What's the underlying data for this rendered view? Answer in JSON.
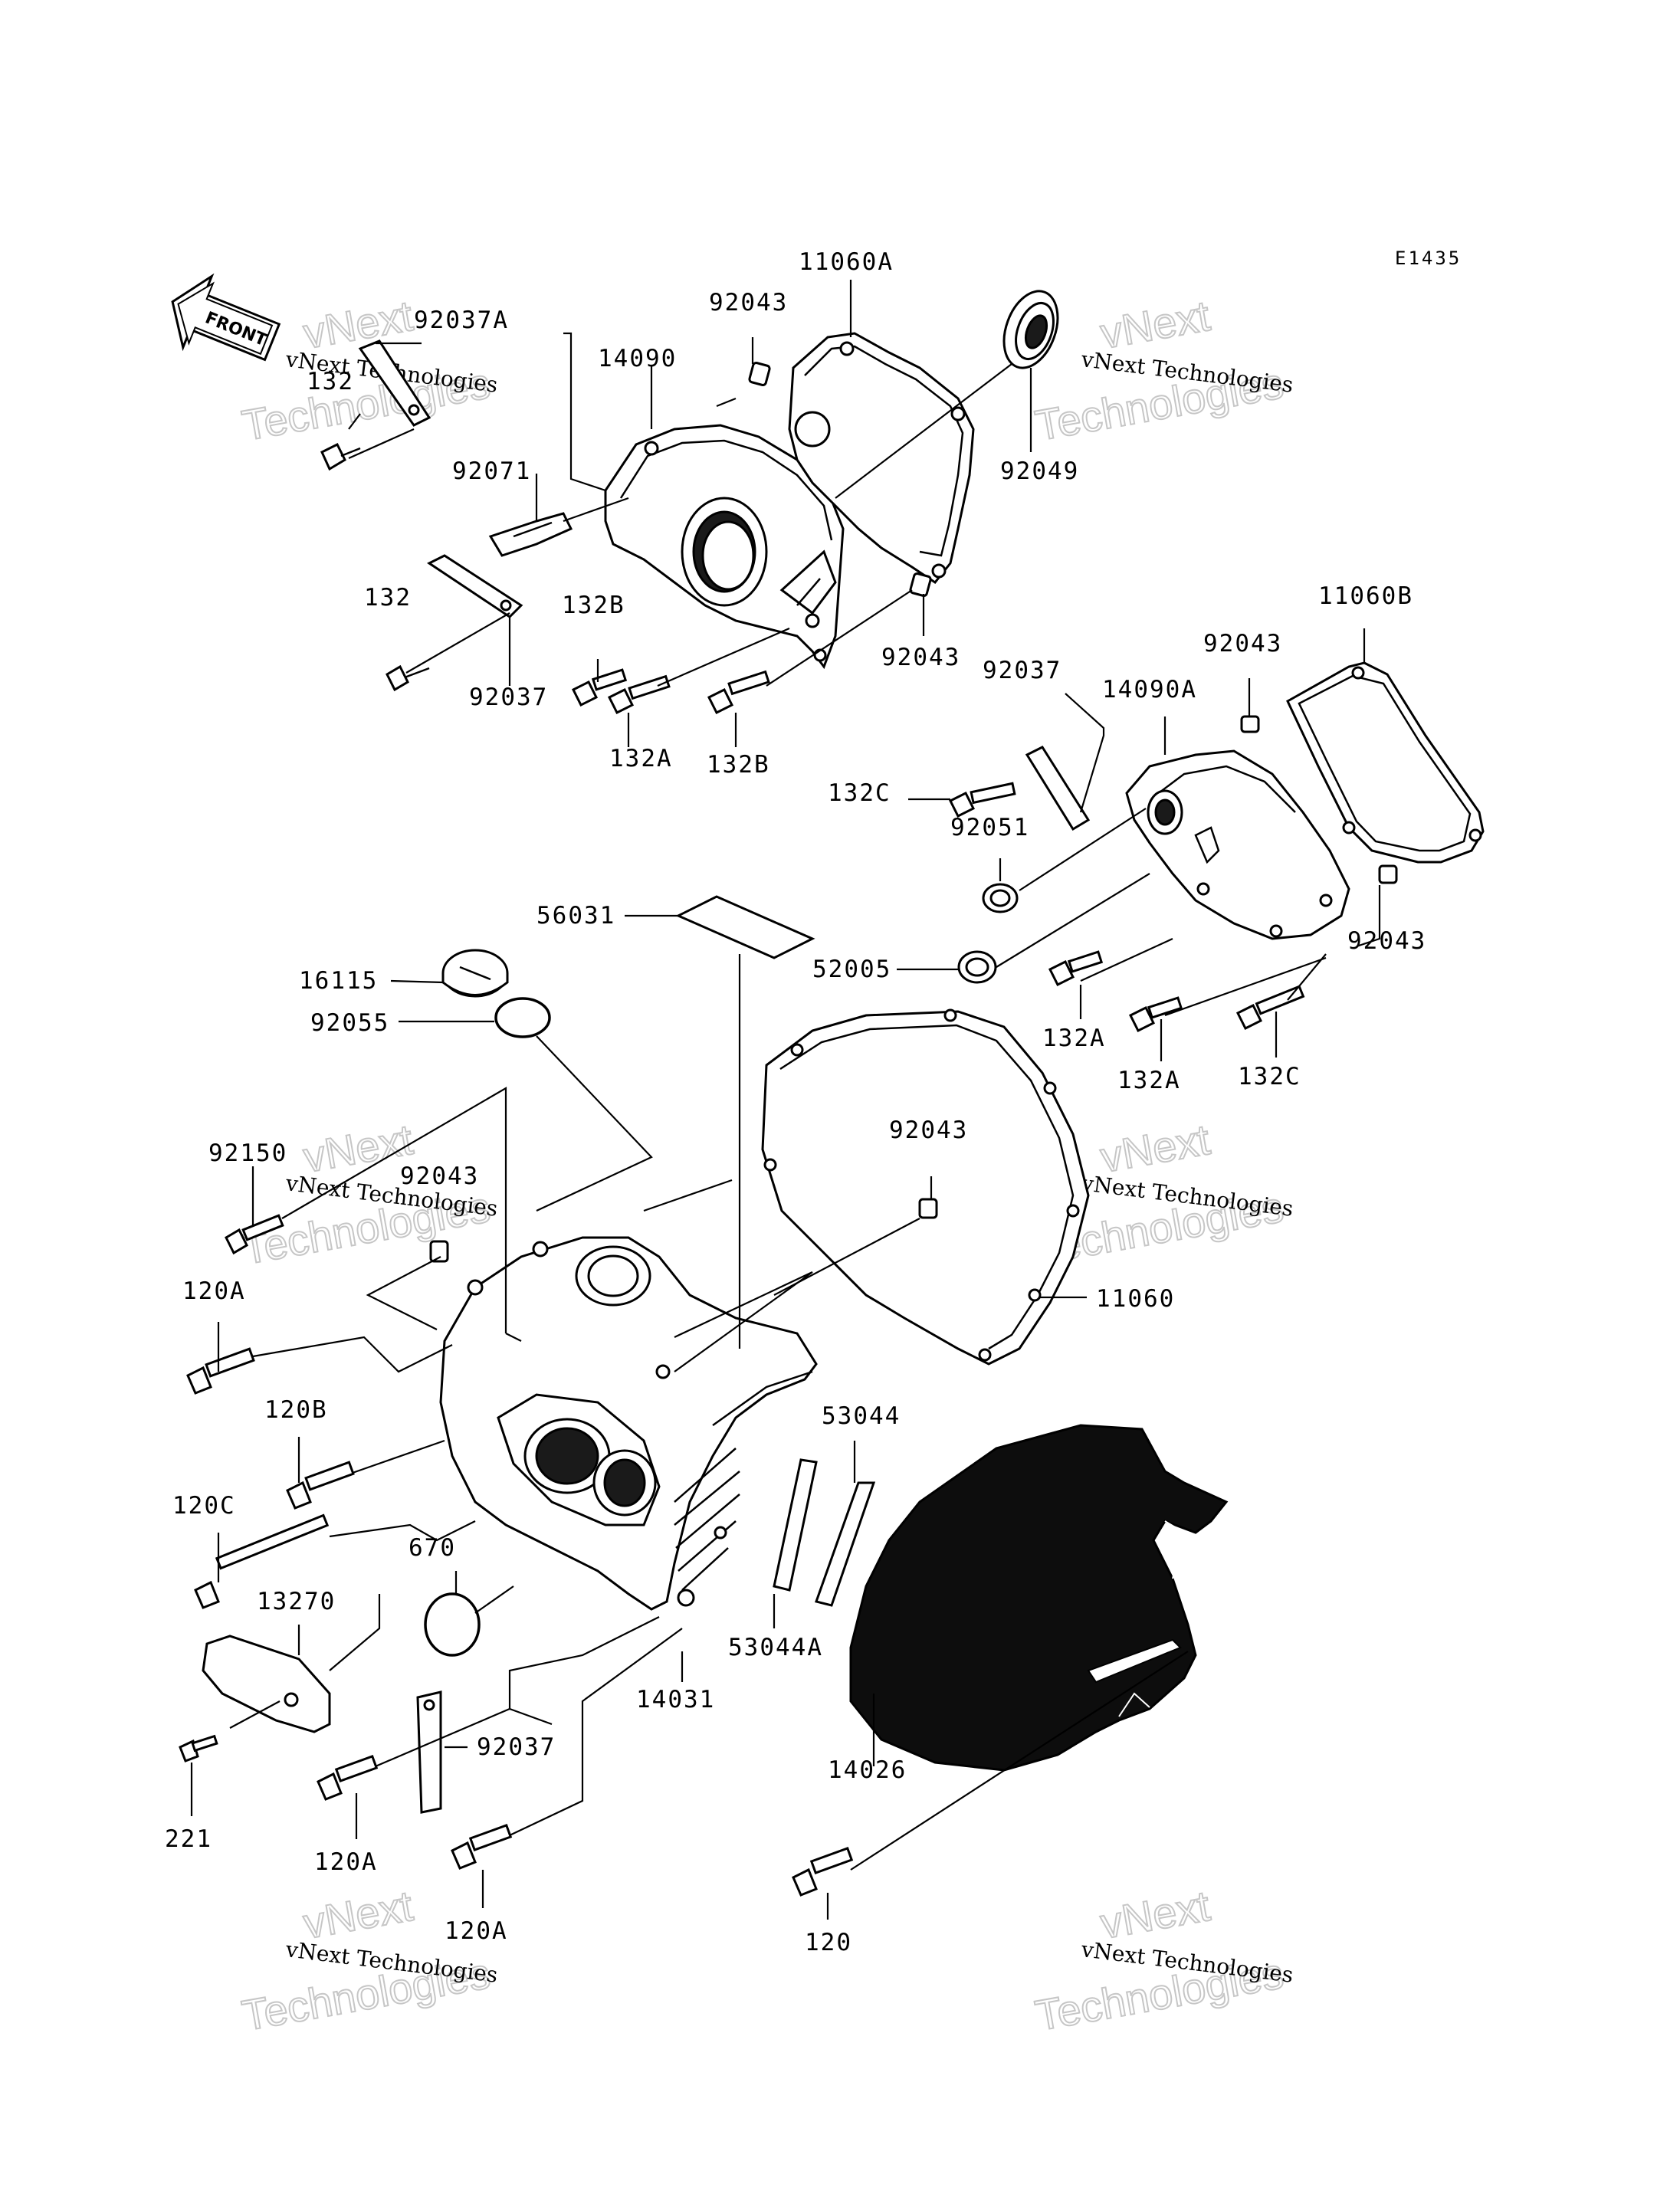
{
  "diagram_code": "E1435",
  "orientation_arrow": {
    "label": "FRONT"
  },
  "watermarks": [
    {
      "brand": "vNext",
      "text": "vNext Technologies",
      "big": "Technologies"
    },
    {
      "brand": "vNext",
      "text": "vNext Technologies",
      "big": "Technologies"
    },
    {
      "brand": "vNext",
      "text": "vNext Technologies",
      "big": "Technologies"
    },
    {
      "brand": "vNext",
      "text": "vNext Technologies",
      "big": "Technologies"
    },
    {
      "brand": "vNext",
      "text": "vNext Technologies",
      "big": "Technologies"
    },
    {
      "brand": "vNext",
      "text": "vNext Technologies",
      "big": "Technologies"
    }
  ],
  "callouts": [
    "11060A",
    "92043",
    "92037A",
    "132",
    "14090",
    "92049",
    "92071",
    "132",
    "132B",
    "92037",
    "132A",
    "132B",
    "92043",
    "11060B",
    "92043",
    "92037",
    "14090A",
    "132C",
    "92051",
    "56031",
    "52005",
    "92043",
    "132A",
    "132A",
    "132C",
    "16115",
    "92055",
    "92150",
    "92043",
    "92043",
    "11060",
    "120A",
    "120B",
    "120C",
    "53044",
    "670",
    "13270",
    "14031",
    "53044A",
    "92037",
    "14026",
    "221",
    "120A",
    "120A",
    "120"
  ]
}
